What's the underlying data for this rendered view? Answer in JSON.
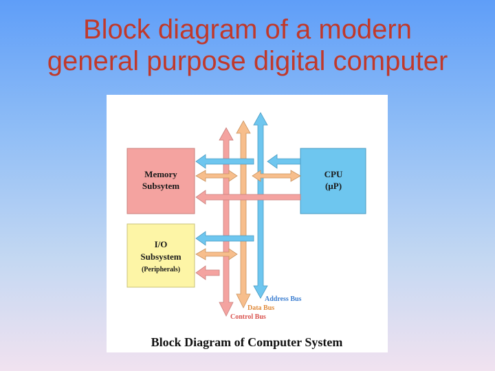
{
  "slide": {
    "title_line1": "Block diagram of a modern",
    "title_line2": "general purpose digital computer"
  },
  "diagram": {
    "caption": "Block Diagram of Computer System",
    "blocks": {
      "memory": {
        "line1": "Memory",
        "line2": "Subsytem",
        "color": "#f4a3a0"
      },
      "io": {
        "line1": "I/O",
        "line2": "Subsystem",
        "line3": "(Peripherals)",
        "color": "#fdf5a6"
      },
      "cpu": {
        "line1": "CPU",
        "line2": "(µP)",
        "color": "#6ec6ef"
      }
    },
    "buses": {
      "address": {
        "label": "Address Bus",
        "color": "#6ec6ef"
      },
      "data": {
        "label": "Data Bus",
        "color": "#f7be8c"
      },
      "control": {
        "label": "Control Bus",
        "color": "#f4a3a0"
      }
    },
    "colors": {
      "text": "#1a1a1a",
      "address_label": "#3d7fd1",
      "data_label": "#e08a3a",
      "control_label": "#d9534f"
    }
  }
}
